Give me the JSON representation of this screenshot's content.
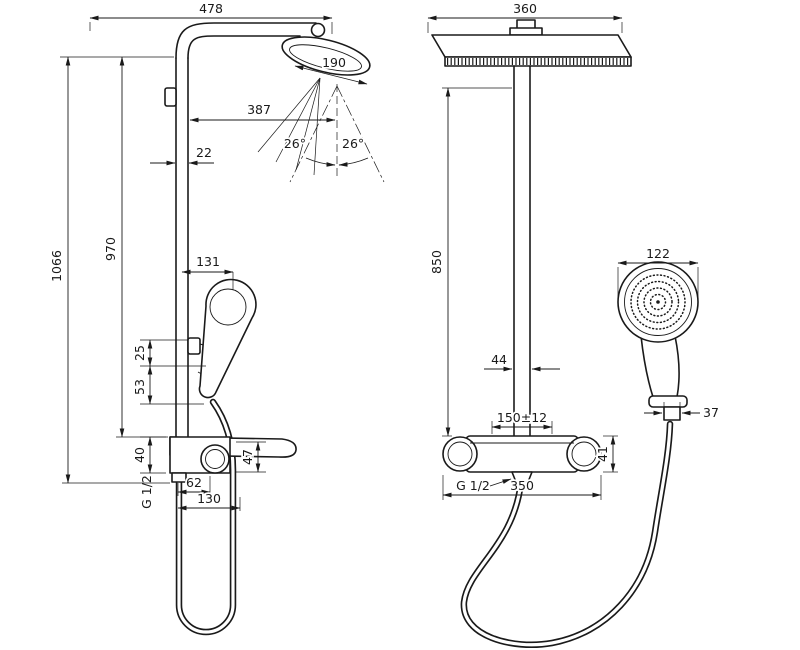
{
  "meta": {
    "line_color": "#1a1a1a",
    "background": "#ffffff",
    "drawing_type": "shower-system-dimensional-drawing"
  },
  "side_view": {
    "overall_width": "478",
    "head_face_width": "190",
    "spray_projection": "387",
    "pipe_diameter": "22",
    "spray_angle_left": "26°",
    "spray_angle_right": "26°",
    "overall_height": "1066",
    "pipe_height": "970",
    "handshower_offset": "131",
    "holder_gap_upper": "25",
    "holder_gap_lower": "53",
    "valve_depth": "40",
    "valve_front_height": "47",
    "connection_thread": "G 1/2",
    "outlet_offset": "62",
    "valve_projection": "130"
  },
  "front_view": {
    "head_width": "360",
    "pipe_length": "850",
    "pipe_width": "44",
    "handshower_diameter": "122",
    "holder_width": "37",
    "port_spacing": "150±12",
    "connection_thread": "G 1/2",
    "valve_width": "350",
    "valve_height": "41"
  }
}
